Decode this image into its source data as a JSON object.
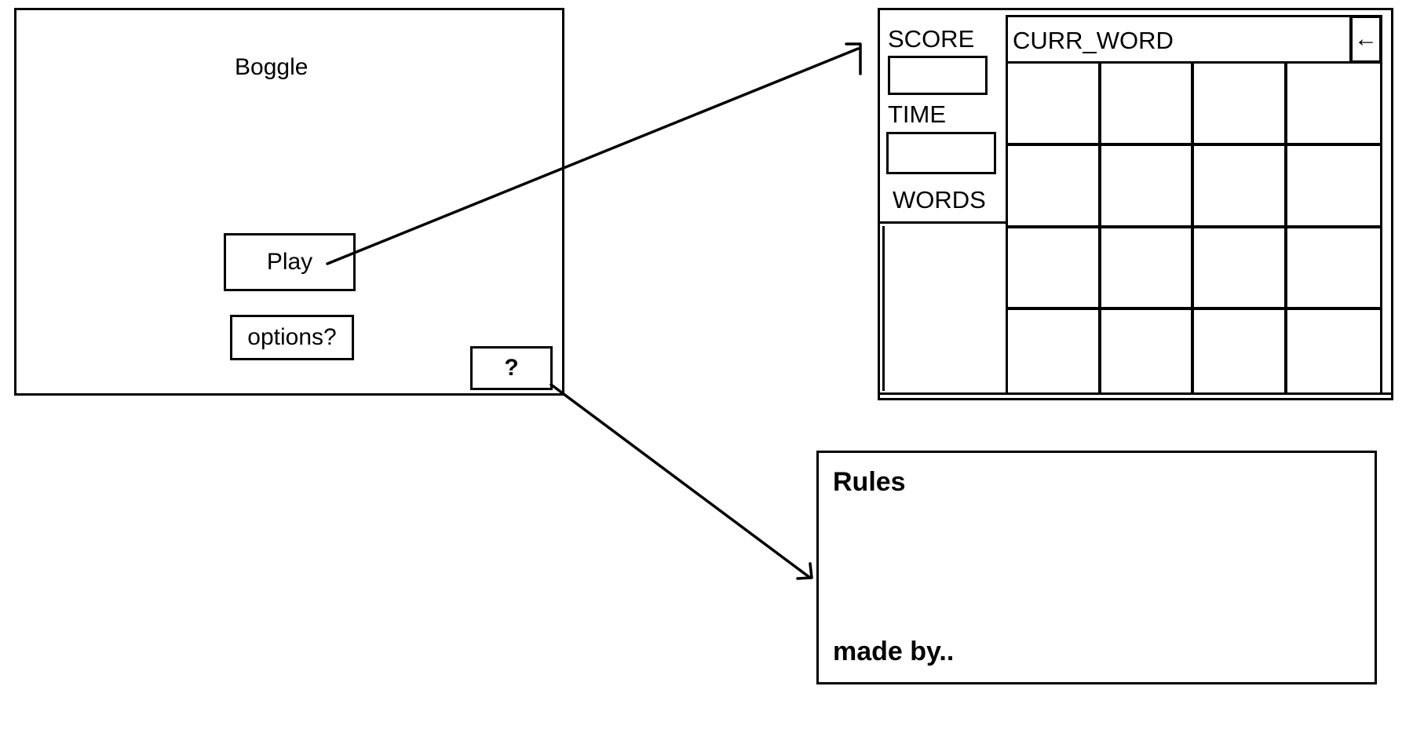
{
  "menu_screen": {
    "title": "Boggle",
    "play_label": "Play",
    "options_label": "options?",
    "help_label": "?"
  },
  "game_screen": {
    "score_label": "SCORE",
    "score_value": "",
    "time_label": "TIME",
    "time_value": "",
    "words_label": "WORDS",
    "words_list": [],
    "current_word": "CURR_WORD",
    "back_icon": "arrow-left-icon",
    "back_glyph": "←",
    "board": {
      "rows": 4,
      "cols": 4,
      "letters": [
        [
          "",
          "",
          "",
          ""
        ],
        [
          "",
          "",
          "",
          ""
        ],
        [
          "",
          "",
          "",
          ""
        ],
        [
          "",
          "",
          "",
          ""
        ]
      ]
    }
  },
  "rules_screen": {
    "title": "Rules",
    "footer": "made by.."
  },
  "colors": {
    "ink": "#000000",
    "paper": "#ffffff"
  }
}
